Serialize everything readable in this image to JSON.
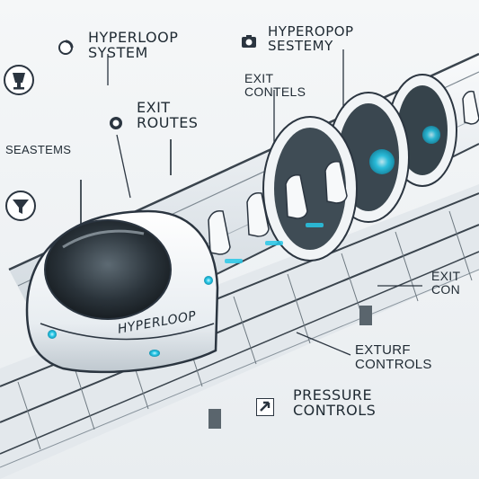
{
  "pod": {
    "brand": "HYPERLOOP"
  },
  "annotations": {
    "hyperloop_system": "HYPERLOOP\nSYSTEM",
    "hyperopop_sestemy": "HYPEROPOP\nSESTEMY",
    "exit_contels": "EXIT\nCONTELS",
    "exit_routes": "EXIT\nROUTES",
    "seastems": "SEASTEMS",
    "exit_con": "EXIT\nCON",
    "exturf_controls": "EXTURF\nCONTROLS",
    "pressure_controls": "PRESSURE\nCONTROLS"
  },
  "icons": {
    "hyperloop_system": "spinner-icon",
    "hyperopop_sestemy": "camera-icon",
    "exit_routes": "ring-icon",
    "cup_icon": "cup-icon",
    "funnel_icon": "funnel-icon",
    "pressure_controls": "arrow-icon"
  },
  "colors": {
    "accent": "#28c8e8",
    "pod_body": "#f4f6f8",
    "pod_outline": "#2b3540",
    "background": "#eef1f3"
  }
}
